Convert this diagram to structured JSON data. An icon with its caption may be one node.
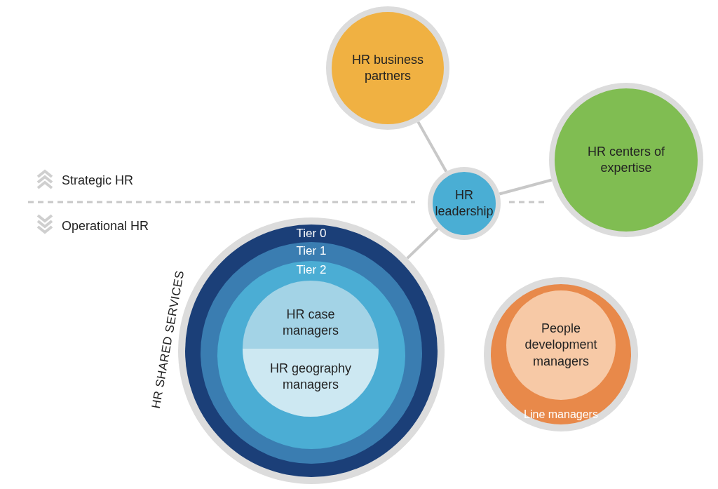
{
  "diagram": {
    "nodes": [
      {
        "text": [
          "HR business partners"
        ]
      },
      {
        "text": [
          "HR centers of expertise"
        ]
      },
      {
        "text": [
          "HR leadership"
        ]
      },
      {
        "text": [
          "HR SHARED SERVICES"
        ]
      },
      {
        "text": [
          "Tier 0"
        ],
        "in": 3
      },
      {
        "text": [
          "Tier 1"
        ],
        "in": 4
      },
      {
        "text": [
          "Tier 2"
        ],
        "in": 5
      },
      {
        "text": [
          "HR case managers"
        ],
        "in": 6
      },
      {
        "text": [
          "HR geography managers"
        ],
        "in": 6
      },
      {
        "text": [
          "Line managers"
        ]
      },
      {
        "text": [
          "People development managers"
        ],
        "in": 9
      }
    ],
    "edges": [
      {
        "from": 0,
        "to": 2,
        "arrow": "none"
      },
      {
        "from": 2,
        "to": 1,
        "arrow": "none"
      },
      {
        "from": 2,
        "to": 3,
        "arrow": "none"
      }
    ],
    "labels": [
      "Strategic HR",
      "Operational HR"
    ]
  }
}
